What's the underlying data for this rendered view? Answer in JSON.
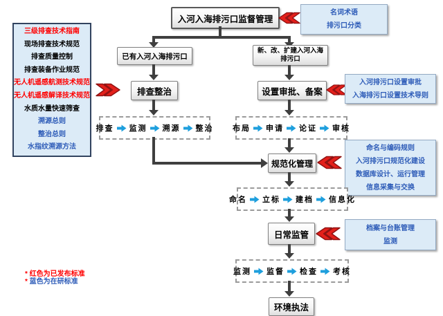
{
  "colors": {
    "red": "#ff0000",
    "blue": "#2e5cb8",
    "dark": "#3f3f3f",
    "arrow-blue": "#1e9fdd",
    "red-arrow-fill": "#e3201b",
    "red-arrow-stroke": "#8f1212"
  },
  "title": "入河入海排污口监督管理",
  "left_panel": {
    "items": [
      {
        "text": "三级排查技术指南",
        "color": "red"
      },
      {
        "text": "现场排查技术规范",
        "color": "black"
      },
      {
        "text": "排查质量控制",
        "color": "black"
      },
      {
        "text": "排查装备作业规范",
        "color": "black"
      },
      {
        "text": "无人机遥感航测技术规范",
        "color": "red"
      },
      {
        "text": "无人机遥感解译技术规范",
        "color": "red"
      },
      {
        "text": "水质水量快速筛查",
        "color": "black"
      },
      {
        "text": "溯源总则",
        "color": "blue"
      },
      {
        "text": "整治总则",
        "color": "blue"
      },
      {
        "text": "水指纹溯源方法",
        "color": "blue"
      }
    ]
  },
  "nodes": {
    "existing_outlet": "已有入河入海排污口",
    "investigation_remediation": "排查整治",
    "new_outlet_line1": "新、改、扩建入河入海",
    "new_outlet_line2": "排污口",
    "setup_approval": "设置审批、备案",
    "standardized_management": "规范化管理",
    "daily_supervision": "日常监管",
    "environmental_enforcement": "环境执法"
  },
  "dashed_rows": {
    "investigation": [
      "排查",
      "监测",
      "溯源",
      "整治"
    ],
    "approval": [
      "布局",
      "申请",
      "论证",
      "审核"
    ],
    "naming": [
      "命名",
      "立标",
      "建档",
      "信息化"
    ],
    "supervision": [
      "监测",
      "监督",
      "检查",
      "考核"
    ]
  },
  "info_boxes": {
    "terminology": [
      "名词术语",
      "排污口分类"
    ],
    "approval": [
      "入河排污口设置审批",
      "入海排污口设置技术导则"
    ],
    "standardization": [
      "命名与编码规则",
      "入河排污口规范化建设",
      "数据库设计、运行管理",
      "信息采集与交换"
    ],
    "daily": [
      "档案与台账管理",
      "监测"
    ]
  },
  "legend": [
    {
      "marker": "*",
      "text": "红色为已发布标准",
      "color": "red"
    },
    {
      "marker": "*",
      "text": "蓝色为在研标准",
      "color": "blue"
    }
  ]
}
